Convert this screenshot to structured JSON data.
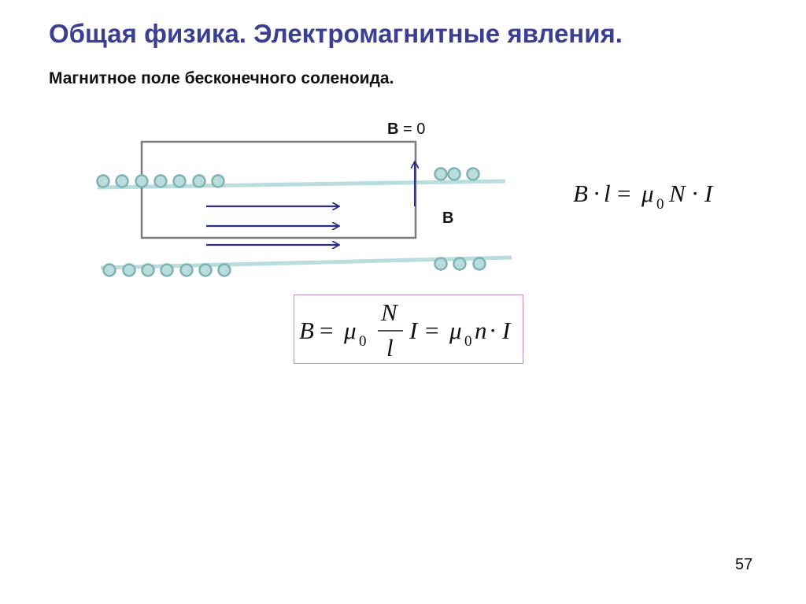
{
  "slide": {
    "title": "Общая физика. Электромагнитные явления.",
    "subtitle": "Магнитное поле бесконечного соленоида.",
    "page_number": "57"
  },
  "diagram": {
    "outside_field_symbol": "B",
    "outside_field_rest": " = 0",
    "inside_field_symbol": "B",
    "colors": {
      "wire": "#b9dcdc",
      "coil_fill": "#b9dcdc",
      "coil_stroke": "#7fb3b3",
      "contour": "#7a7a7a",
      "arrows": "#2b2f86",
      "formula_box_border": "#c98ac9",
      "title": "#3b3f93"
    }
  },
  "formulas": {
    "circulation": {
      "B": "B",
      "dot1": "·",
      "l": "l",
      "eq": "=",
      "mu": "μ",
      "zero": "0",
      "N": "N",
      "dot2": "·",
      "I": "I"
    },
    "field": {
      "B": "B",
      "eq1": "=",
      "mu1": "μ",
      "zero1": "0",
      "frac_num": "N",
      "frac_den": "l",
      "I1": "I",
      "eq2": "=",
      "mu2": "μ",
      "zero2": "0",
      "n": "n",
      "dot": "·",
      "I2": "I"
    }
  }
}
